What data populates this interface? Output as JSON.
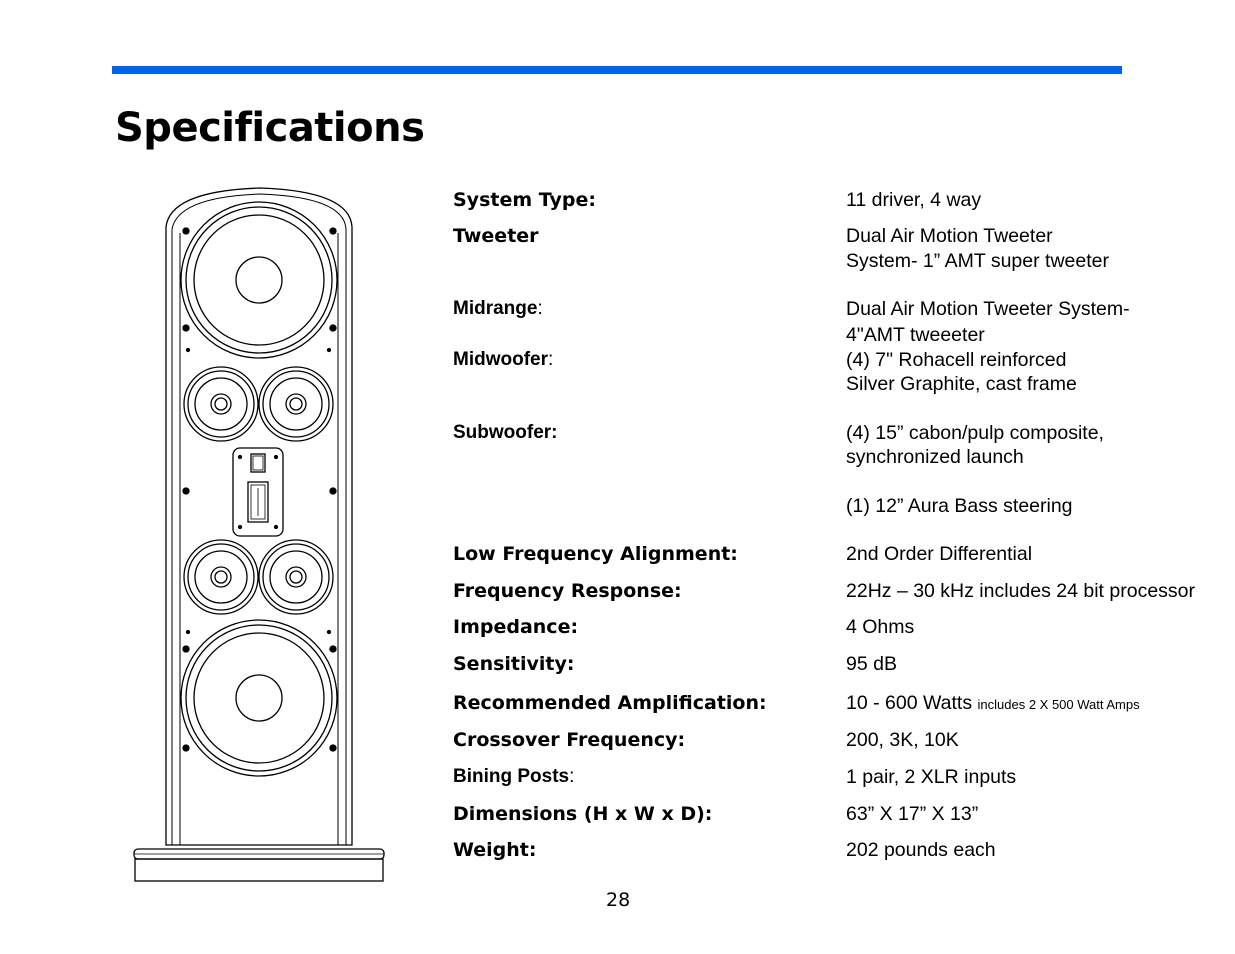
{
  "colors": {
    "accent": "#0063e8"
  },
  "page": {
    "title": "Specifications",
    "number": "28"
  },
  "figure": {
    "icon": "floorstanding-speaker-illustration-icon"
  },
  "specs": {
    "system_type": {
      "label": "System Type:",
      "value": "11 driver, 4 way"
    },
    "tweeter": {
      "label": "Tweeter",
      "value_line1": "Dual Air Motion Tweeter",
      "value_line2": "System- 1” AMT super tweeter"
    },
    "midrange": {
      "label": "Midrange",
      "label_suffix": ":",
      "value_line1": "Dual Air Motion Tweeter System-",
      "value_line2": "4\"AMT tweeeter"
    },
    "midwoofer": {
      "label": "Midwoofer",
      "label_suffix": ":",
      "value_line1": "(4) 7\" Rohacell reinforced",
      "value_line2": "Silver Graphite, cast frame"
    },
    "subwoofer": {
      "label": "Subwoofer:",
      "value_line1": "(4) 15” cabon/pulp composite,",
      "value_line2": "synchronized launch",
      "value_line3": "(1) 12” Aura Bass steering"
    },
    "low_frequency_alignment": {
      "label": "Low Frequency Alignment:",
      "value": "2nd Order Differential"
    },
    "frequency_response": {
      "label": "Frequency Response:",
      "value": "22Hz – 30 kHz includes 24 bit processor"
    },
    "impedance": {
      "label": "Impedance:",
      "value": "4 Ohms"
    },
    "sensitivity": {
      "label": "Sensitivity:",
      "value": "95 dB"
    },
    "recommended_amplification": {
      "label": "Recommended Amplification:",
      "value": "10 - 600 Watts",
      "note": "includes 2 X 500 Watt Amps"
    },
    "crossover_frequency": {
      "label": "Crossover Frequency:",
      "value": "200, 3K, 10K"
    },
    "binding_posts": {
      "label": "Bining Posts",
      "label_suffix": ":",
      "value": "1 pair, 2 XLR inputs"
    },
    "dimensions": {
      "label": "Dimensions (H x W x D):",
      "value": "63” X 17” X 13”"
    },
    "weight": {
      "label": "Weight:",
      "value": "202 pounds each"
    }
  }
}
